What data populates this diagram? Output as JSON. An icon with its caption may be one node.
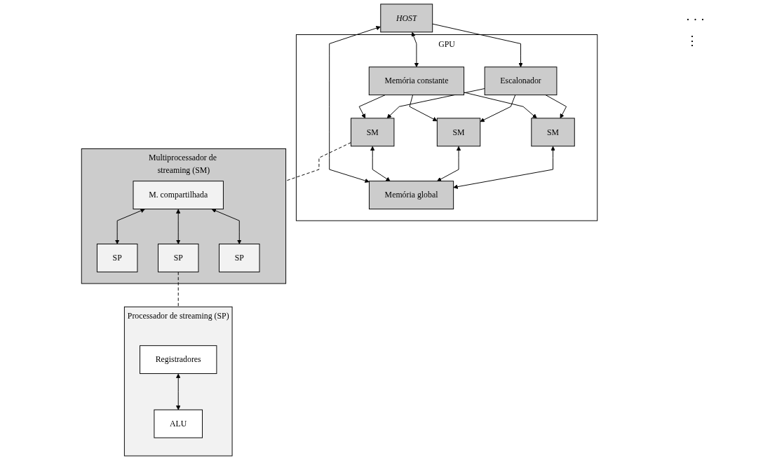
{
  "diagram": {
    "nodes": [
      {
        "text": [
          "HOST"
        ]
      },
      {
        "text": [
          "GPU"
        ]
      },
      {
        "text": [
          "Escalonador"
        ],
        "in": 1
      },
      {
        "text": [
          "SM"
        ],
        "in": 1
      },
      {
        "text": [
          "SM"
        ],
        "in": 1
      },
      {
        "text": [
          "SM"
        ],
        "in": 1
      },
      {
        "text": [
          "Memória global"
        ],
        "in": 1
      },
      {
        "text": [
          "Memória constante"
        ],
        "in": 1
      },
      {
        "text": [
          "Multiprocessador de streaming (SM)"
        ]
      },
      {
        "text": [
          "M. compartilhada"
        ],
        "in": 8
      },
      {
        "text": [
          "SP"
        ],
        "in": 8
      },
      {
        "text": [
          "SP"
        ],
        "in": 8
      },
      {
        "text": [
          "SP"
        ],
        "in": 8
      },
      {
        "text": [
          "Processador de streaming (SP)"
        ]
      },
      {
        "text": [
          "Registradores"
        ],
        "in": 13
      },
      {
        "text": [
          "ALU"
        ],
        "in": 13
      }
    ],
    "edges": [
      {
        "from": 0,
        "to": 2,
        "arrow": "to"
      },
      {
        "from": 2,
        "to": 3,
        "arrow": "to"
      },
      {
        "from": 2,
        "to": 4,
        "arrow": "to"
      },
      {
        "from": 2,
        "to": 5,
        "arrow": "to"
      },
      {
        "from": 3,
        "to": 6,
        "arrow": "both"
      },
      {
        "from": 4,
        "to": 6,
        "arrow": "both"
      },
      {
        "from": 5,
        "to": 6,
        "arrow": "both"
      },
      {
        "from": 7,
        "to": 3,
        "arrow": "to"
      },
      {
        "from": 7,
        "to": 4,
        "arrow": "to"
      },
      {
        "from": 7,
        "to": 5,
        "arrow": "to"
      },
      {
        "from": 0,
        "to": 6,
        "arrow": "both"
      },
      {
        "from": 0,
        "to": 7,
        "arrow": "both"
      },
      {
        "from": 5,
        "to": 8,
        "arrow": "none",
        "style": "dashed"
      },
      {
        "from": 9,
        "to": 10,
        "arrow": "both"
      },
      {
        "from": 9,
        "to": 11,
        "arrow": "both"
      },
      {
        "from": 9,
        "to": 12,
        "arrow": "both"
      },
      {
        "from": 11,
        "to": 13,
        "arrow": "none",
        "style": "dashed"
      },
      {
        "from": 14,
        "to": 15,
        "arrow": "both"
      }
    ],
    "labels": [
      "· · ·",
      "⋮"
    ]
  }
}
